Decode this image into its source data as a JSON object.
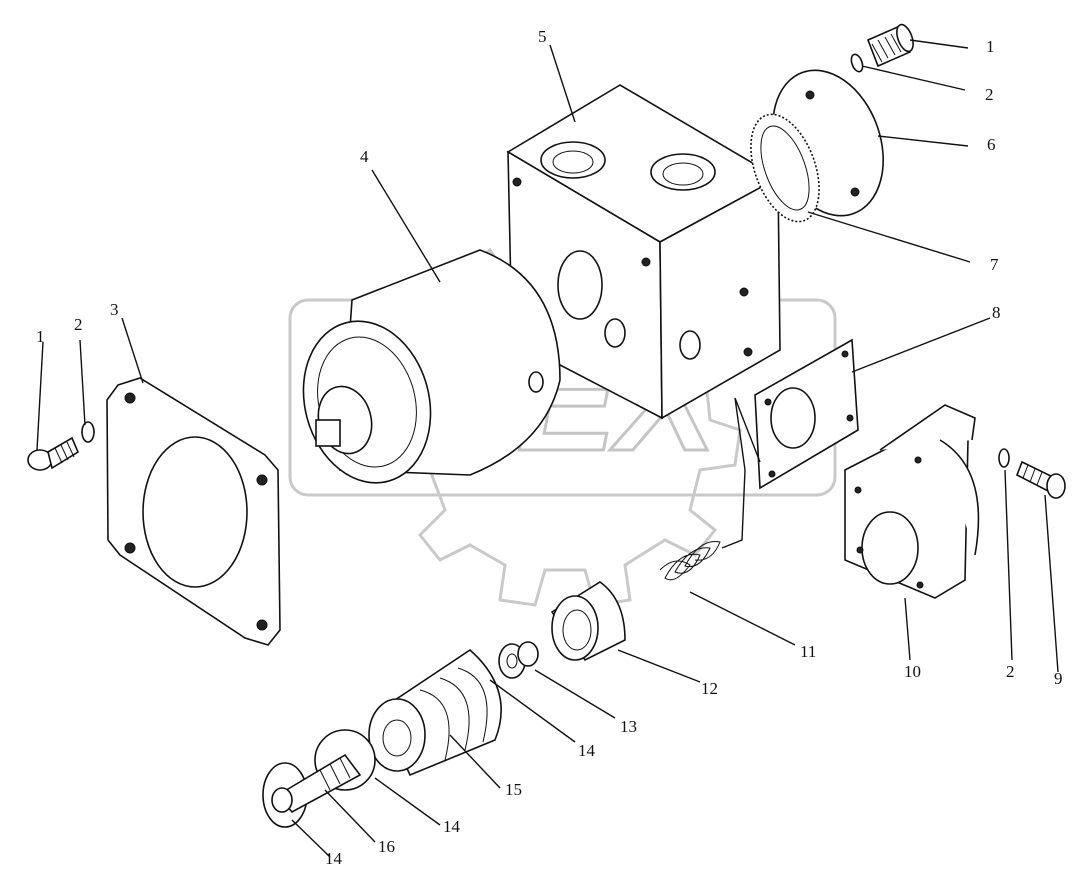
{
  "diagram": {
    "watermark": {
      "text": "OPEX"
    },
    "callouts": [
      {
        "id": "c1-top",
        "text": "1"
      },
      {
        "id": "c2-top",
        "text": "2"
      },
      {
        "id": "c6",
        "text": "6"
      },
      {
        "id": "c7",
        "text": "7"
      },
      {
        "id": "c5",
        "text": "5"
      },
      {
        "id": "c4",
        "text": "4"
      },
      {
        "id": "c8",
        "text": "8"
      },
      {
        "id": "c3",
        "text": "3"
      },
      {
        "id": "c1-left",
        "text": "1"
      },
      {
        "id": "c2-left",
        "text": "2"
      },
      {
        "id": "c11",
        "text": "11"
      },
      {
        "id": "c12",
        "text": "12"
      },
      {
        "id": "c13",
        "text": "13"
      },
      {
        "id": "c14-a",
        "text": "14"
      },
      {
        "id": "c15",
        "text": "15"
      },
      {
        "id": "c14-b",
        "text": "14"
      },
      {
        "id": "c16",
        "text": "16"
      },
      {
        "id": "c14-c",
        "text": "14"
      },
      {
        "id": "c10",
        "text": "10"
      },
      {
        "id": "c2-right",
        "text": "2"
      },
      {
        "id": "c9",
        "text": "9"
      }
    ]
  }
}
